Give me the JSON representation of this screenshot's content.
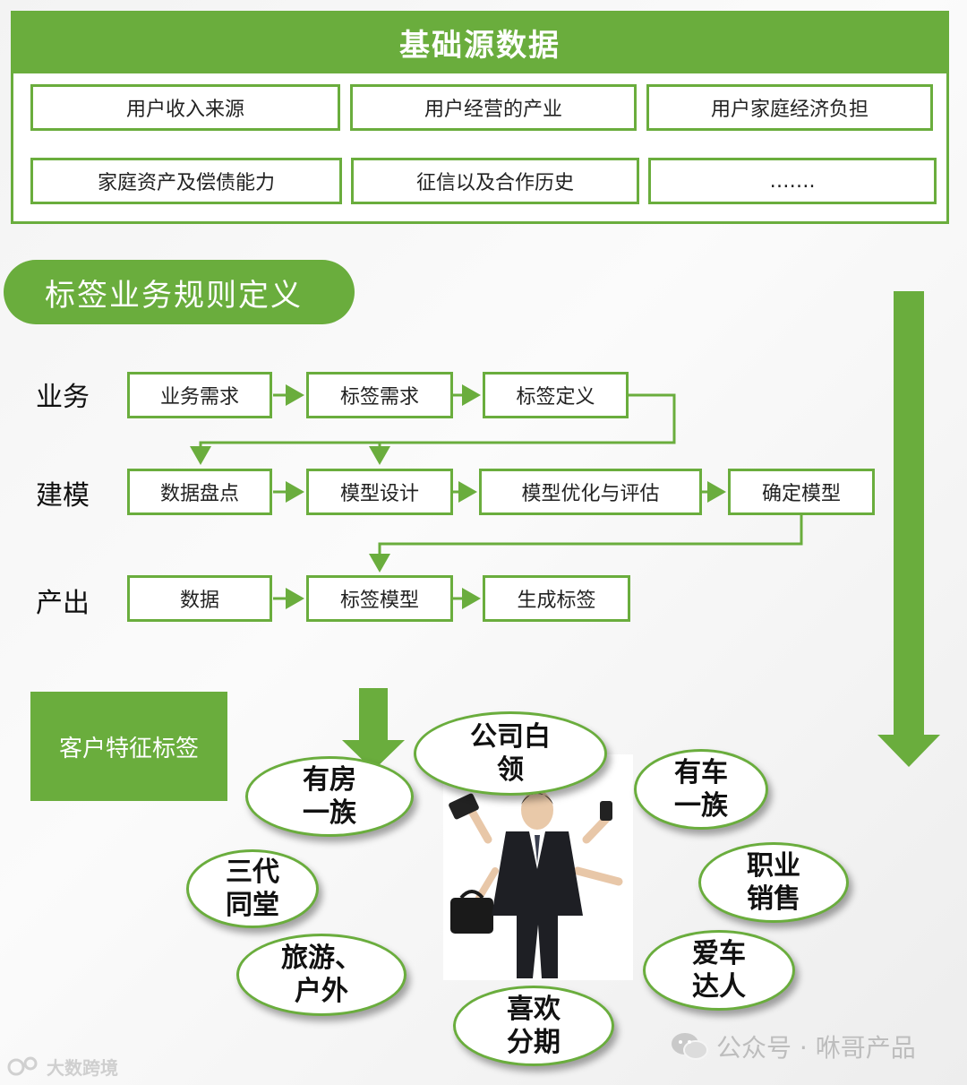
{
  "top_panel": {
    "title": "基础源数据",
    "items": [
      "用户收入来源",
      "用户经营的产业",
      "用户家庭经济负担",
      "家庭资产及偿债能力",
      "征信以及合作历史",
      "……."
    ]
  },
  "section_title": "标签业务规则定义",
  "rows": {
    "business": {
      "label": "业务",
      "steps": [
        "业务需求",
        "标签需求",
        "标签定义"
      ]
    },
    "modeling": {
      "label": "建模",
      "steps": [
        "数据盘点",
        "模型设计",
        "模型优化与评估",
        "确定模型"
      ]
    },
    "output": {
      "label": "产出",
      "steps": [
        "数据",
        "标签模型",
        "生成标签"
      ]
    }
  },
  "customer_tags": {
    "title": "客户特征标签",
    "tags": [
      [
        "有房",
        "一族"
      ],
      [
        "公司白",
        "领"
      ],
      [
        "有车",
        "一族"
      ],
      [
        "三代",
        "同堂"
      ],
      [
        "职业",
        "销售"
      ],
      [
        "旅游、",
        "户外"
      ],
      [
        "爱车",
        "达人"
      ],
      [
        "喜欢",
        "分期"
      ]
    ]
  },
  "watermarks": {
    "wechat": "公众号 · 咻哥产品",
    "corner": "大数跨境"
  },
  "colors": {
    "accent": "#6aad3d"
  }
}
